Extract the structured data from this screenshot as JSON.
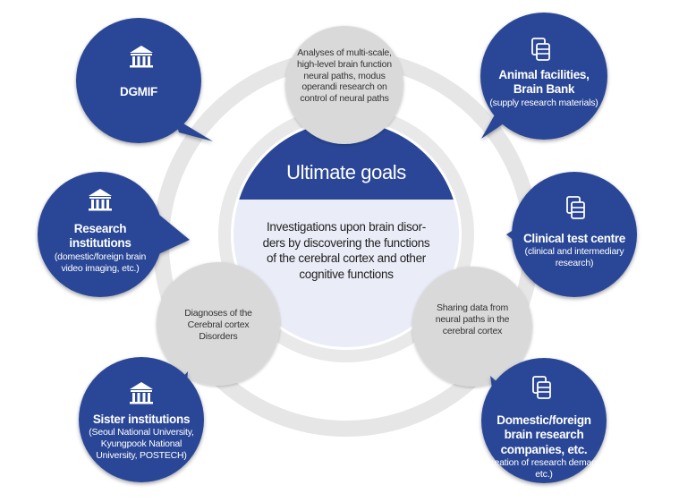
{
  "center": {
    "title": "Ultimate goals",
    "description": "Investigations upon brain disor-ders by discovering the functions of the cerebral cortex and other cognitive functions"
  },
  "grey_circles": {
    "top": "Analyses of multi-scale, high-level brain function neural paths, modus operandi research on control of neural paths",
    "left": "Diagnoses of the Cerebral cortex Disorders",
    "right": "Sharing data from neural paths in the cerebral cortex"
  },
  "nodes": {
    "dgmif": {
      "title": "DGMIF",
      "icon": "building-icon"
    },
    "research": {
      "title": "Research institutions",
      "subtitle": "(domestic/foreign brain video imaging, etc.)",
      "icon": "building-icon"
    },
    "sister": {
      "title": "Sister institutions",
      "subtitle": "(Seoul National University, Kyungpook National University, POSTECH)",
      "icon": "building-icon"
    },
    "animal": {
      "title": "Animal facilities, Brain Bank",
      "subtitle": "(supply research materials)",
      "icon": "database-icon"
    },
    "clinical": {
      "title": "Clinical test centre",
      "subtitle": "(clinical and intermediary research)",
      "icon": "database-icon"
    },
    "companies": {
      "title": "Domestic/foreign brain research companies, etc.",
      "subtitle": "(creation of research demand, etc.)",
      "icon": "database-icon"
    }
  },
  "colors": {
    "navy": "#2b4697",
    "grey": "#d9d9d9",
    "ring": "#e6e6e6",
    "lavender": "#eaedf7"
  }
}
